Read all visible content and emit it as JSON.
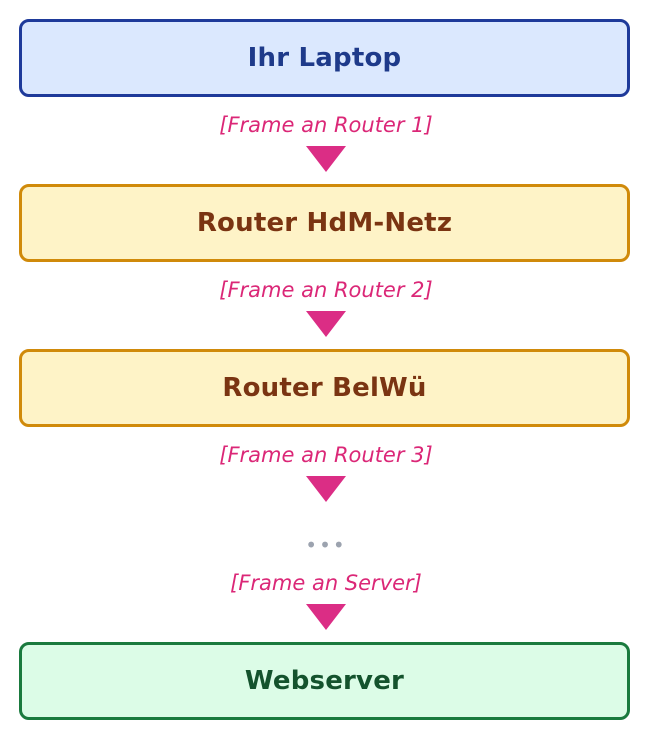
{
  "nodes": {
    "laptop": "Ihr Laptop",
    "router_hdm": "Router HdM-Netz",
    "router_belwue": "Router BelWü",
    "webserver": "Webserver"
  },
  "edges": {
    "frame_router_1": "[Frame an Router 1]",
    "frame_router_2": "[Frame an Router 2]",
    "frame_router_3": "[Frame an Router 3]",
    "frame_server": "[Frame an Server]"
  },
  "ellipsis": "•••",
  "colors": {
    "laptop_fill": "#dbe8fe",
    "laptop_border": "#1e3a9a",
    "router_fill": "#fef3c7",
    "router_border": "#d08a0a",
    "server_fill": "#dcfce7",
    "server_border": "#1a7a3e",
    "arrow": "#db2d85",
    "edge_label": "#db2777"
  }
}
